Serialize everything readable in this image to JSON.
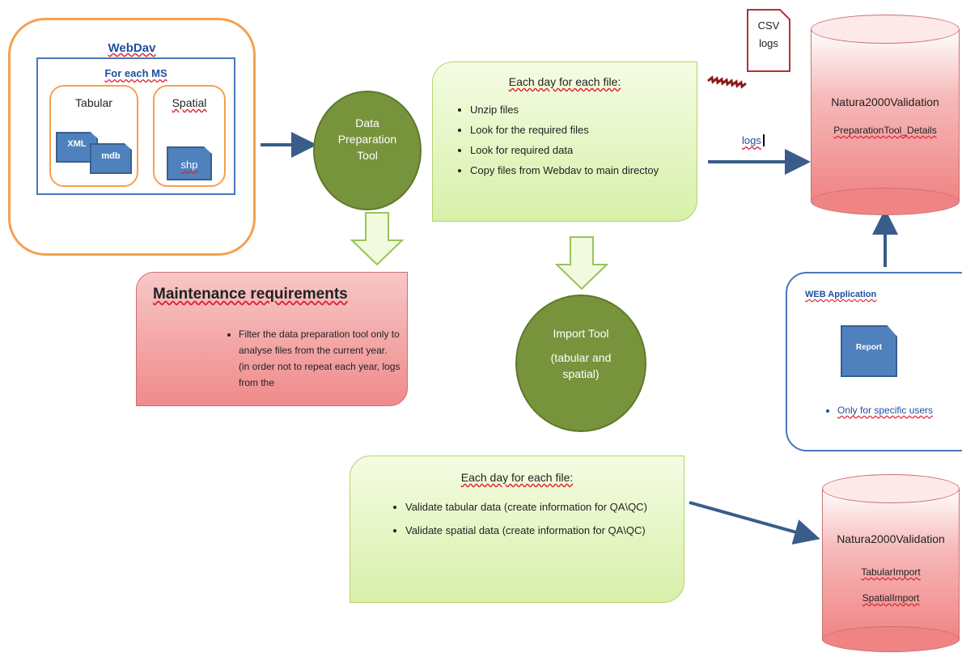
{
  "webdav": {
    "title": "WebDav",
    "ms_title": "For each MS",
    "tabular_label": "Tabular",
    "spatial_label": "Spatial",
    "xml_label": "XML",
    "mdb_label": "mdb",
    "shp_label": "shp"
  },
  "data_prep_tool": {
    "line1": "Data",
    "line2": "Preparation",
    "line3": "Tool"
  },
  "daily_box_1": {
    "heading": "Each day for each file:",
    "items": [
      "Unzip files",
      "Look for the required files",
      "Look for required data",
      "Copy  files from Webdav to main directoy"
    ]
  },
  "csv_logs": {
    "line1": "CSV",
    "line2": "logs"
  },
  "logs_label": "logs",
  "db_prep": {
    "name": "Natura2000Validation",
    "table": "PreparationTool_Details"
  },
  "maintenance": {
    "title": "Maintenance  requirements",
    "item": "Filter the data preparation tool only to analyse files from the current year. (in order not to repeat each year, logs from the"
  },
  "import_tool": {
    "line1": "Import  Tool",
    "line2": "(tabular and",
    "line3": "spatial)"
  },
  "webapp": {
    "title": "WEB Application",
    "report_label": "Report",
    "item": "Only for specific users"
  },
  "daily_box_2": {
    "heading": "Each day for each file:",
    "items": [
      "Validate tabular data (create information for QA\\QC)",
      "Validate spatial data (create information for QA\\QC)"
    ]
  },
  "db_import": {
    "name": "Natura2000Validation",
    "table1": "TabularImport",
    "table2": "SpatialImport"
  },
  "colors": {
    "orange": "#f6a04d",
    "blue": "#4a76b8",
    "green": "#77933c",
    "light_green": "#d8f0a9",
    "pink": "#f08a8a"
  }
}
